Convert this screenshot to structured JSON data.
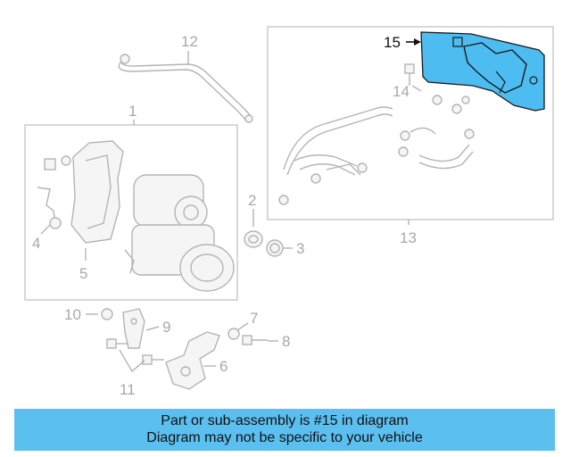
{
  "callouts": {
    "c1": "1",
    "c2": "2",
    "c3": "3",
    "c4": "4",
    "c5": "5",
    "c6": "6",
    "c7": "7",
    "c8": "8",
    "c9": "9",
    "c10": "10",
    "c11": "11",
    "c12": "12",
    "c13": "13",
    "c14": "14",
    "c15": "15"
  },
  "highlight": {
    "part": "15",
    "color": "#4dbdf1"
  },
  "banner": {
    "line1": "Part or sub-assembly is #15 in diagram",
    "line2": "Diagram may not be specific to your vehicle",
    "color": "#5bbfef"
  }
}
